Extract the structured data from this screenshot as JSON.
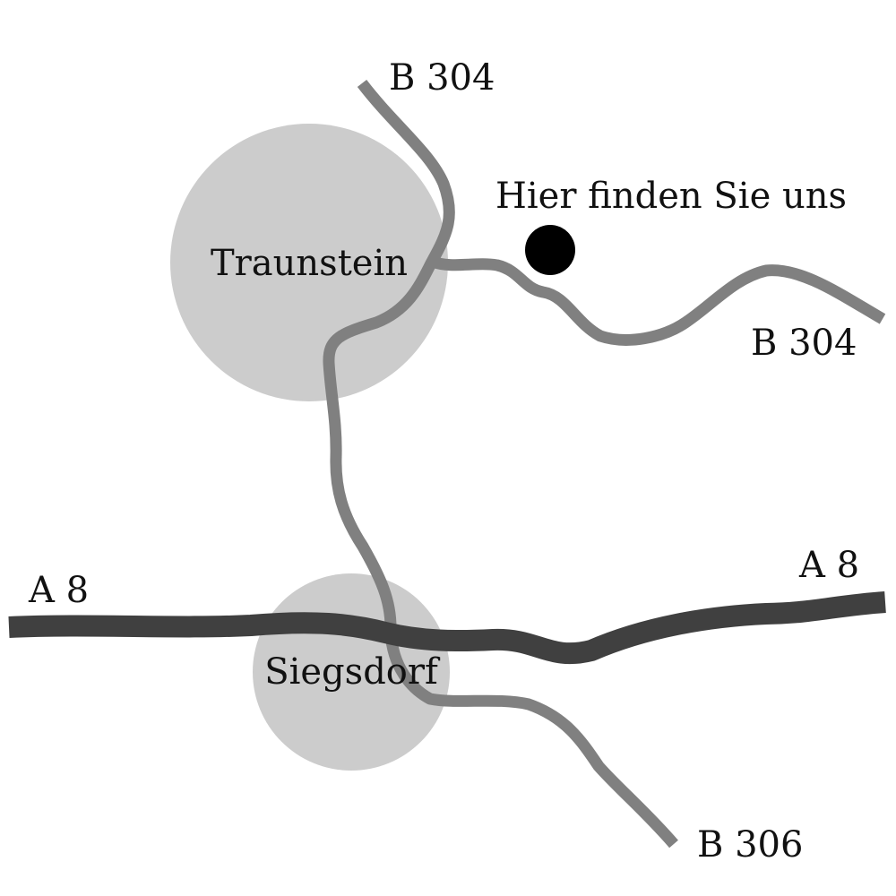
{
  "map": {
    "towns": [
      {
        "name": "Traunstein"
      },
      {
        "name": "Siegsdorf"
      }
    ],
    "roads": {
      "b304_north": "B 304",
      "b304_east": "B 304",
      "b306": "B 306",
      "a8_west": "A 8",
      "a8_east": "A 8"
    },
    "location_marker": {
      "label": "Hier finden Sie uns"
    },
    "colors": {
      "town_area": "#cccccc",
      "federal_road": "#808080",
      "autobahn": "#404040",
      "marker": "#000000",
      "background": "#ffffff"
    }
  }
}
